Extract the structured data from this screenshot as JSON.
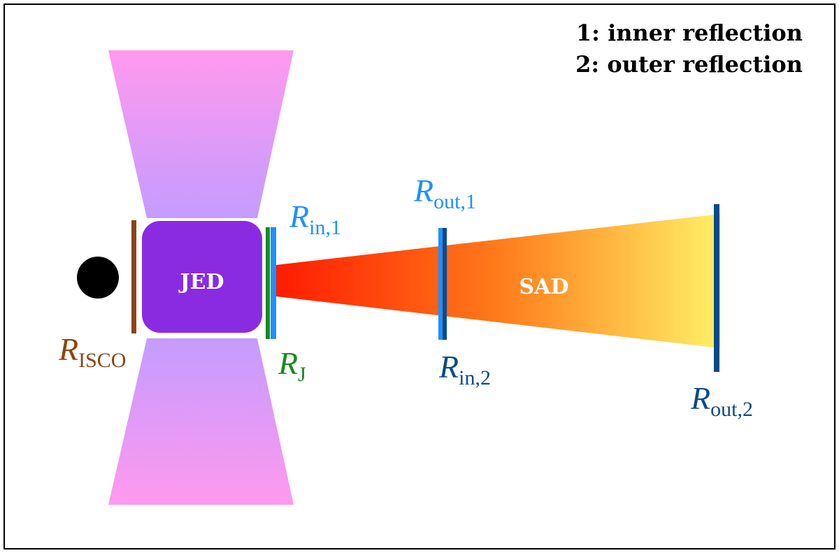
{
  "legend": {
    "line1": "1: inner reflection",
    "line2": "2: outer reflection"
  },
  "regions": {
    "jed": "JED",
    "sad": "SAD"
  },
  "radii": {
    "isco": {
      "main": "R",
      "sub": "ISCO"
    },
    "j": {
      "main": "R",
      "sub": "J"
    },
    "in1": {
      "main": "R",
      "sub": "in,1"
    },
    "out1": {
      "main": "R",
      "sub": "out,1"
    },
    "in2": {
      "main": "R",
      "sub": "in,2"
    },
    "out2": {
      "main": "R",
      "sub": "out,2"
    }
  },
  "colors": {
    "isco": "#8b4513",
    "j": "#1a8a1a",
    "reflection1": "#1e90ff",
    "reflection2": "#0b4a8a",
    "jed": "#8a2be2",
    "sad_inner": "#ff2200",
    "sad_outer": "#ffee66",
    "jet_outer": "#ff99ee",
    "jet_inner": "#c49cff"
  },
  "icons": {
    "black_hole": "black-hole-icon"
  }
}
